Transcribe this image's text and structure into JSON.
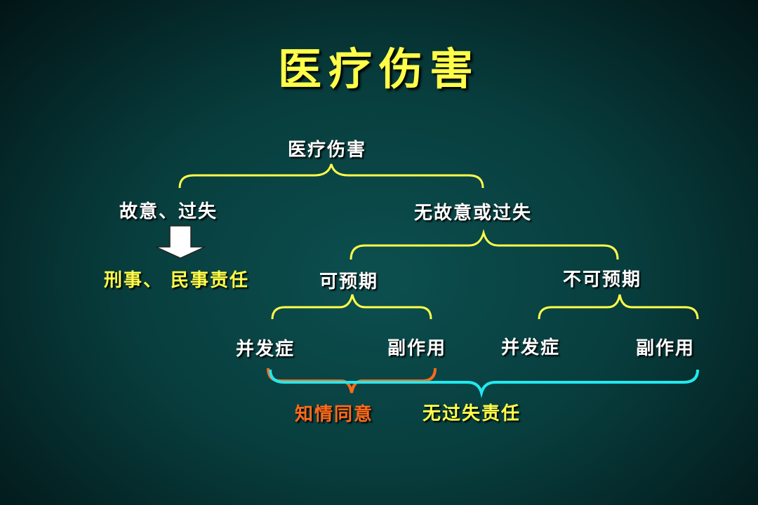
{
  "title": "医疗伤害",
  "nodes": {
    "root": "医疗伤害",
    "intent": "故意、过失",
    "no_fault": "无故意或过失",
    "liability": "刑事、 民事责任",
    "foreseeable": "可预期",
    "unforeseeable": "不可预期",
    "complication_1": "并发症",
    "side_effect_1": "副作用",
    "complication_2": "并发症",
    "side_effect_2": "副作用",
    "informed_consent": "知情同意",
    "no_fault_liability": "无过失责任"
  },
  "colors": {
    "title": "#ffff4a",
    "node_text": "#ffffff",
    "highlight_text": "#ffff4a",
    "consent_text": "#ff6a1a",
    "brace_yellow": "#ffff4a",
    "brace_cyan": "#22e8f0",
    "brace_orange": "#ff6a1a",
    "arrow_fill": "#ffffff"
  }
}
